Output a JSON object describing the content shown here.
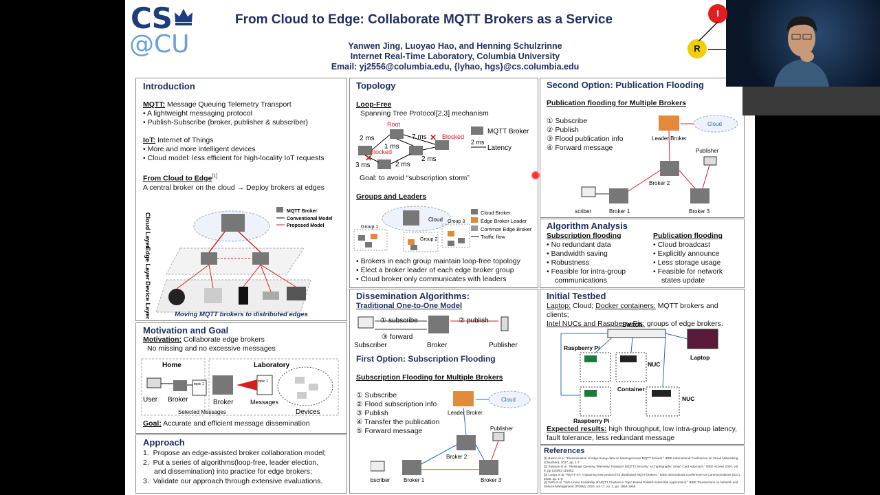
{
  "header": {
    "title": "From Cloud to Edge: Collaborate MQTT Brokers as a Service",
    "authors": "Yanwen Jing,  Luoyao Hao, and Henning Schulzrinne",
    "lab": "Internet Real-Time Laboratory, Columbia University",
    "email": "Email: yj2556@columbia.edu, {lyhao, hgs}@cs.columbia.edu",
    "logo_top": "CS",
    "logo_bottom": "@CU"
  },
  "intro": {
    "title": "Introduction",
    "mqtt_label": "MQTT:",
    "mqtt_text": " Message Queuing Telemetry Transport",
    "mqtt_b1": "A lightweight messaging protocol",
    "mqtt_b2": "Publish-Subscribe (broker, publisher & subscriber)",
    "iot_label": "IoT:",
    "iot_text": " Internet of Things",
    "iot_b1": "More and more intelligent devices",
    "iot_b2": "Cloud model: less efficient for high-locality IoT requests",
    "c2e_label": "From Cloud to Edge",
    "c2e_text": "A central broker on the cloud → Deploy brokers at edges",
    "layers": [
      "Cloud Layer",
      "Edge Layer",
      "Device Layer"
    ],
    "legend": [
      "MQTT Broker",
      "Conventional Model",
      "Proposed Model"
    ],
    "caption": "Moving MQTT brokers to distributed edges"
  },
  "motivation": {
    "title": "Motivation and Goal",
    "mot_label": "Motivation:",
    "mot_text": " Collaborate edge brokers",
    "mot_b1": "No missing and no excessive messages",
    "home": "Home",
    "lab": "Laboratory",
    "user": "User",
    "broker1": "Broker",
    "broker2": "Broker",
    "messages": "Messages",
    "devices": "Devices",
    "selected": "Selected Messages",
    "topic": "topic 1",
    "goal_label": "Goal:",
    "goal_text": " Accurate and efficient message dissemination"
  },
  "approach": {
    "title": "Approach",
    "items": [
      "Propose an edge-assisted broker collaboration model;",
      "Put a series of algorithms(loop-free, leader election,",
      "and dissemination) into practice for edge brokers;",
      "Validate our approach through extensive evaluations."
    ]
  },
  "topology": {
    "title": "Topology",
    "loop_label": "Loop-Free",
    "loop_text": "Spanning Tree Protocol[2,3] mechanism",
    "root": "Root",
    "blocked": "Blocked",
    "ms2": "2 ms",
    "ms7": "7 ms",
    "ms1": "1 ms",
    "ms3": "3 ms",
    "broker_legend": "MQTT Broker",
    "latency": "Latency",
    "goal": "Goal: to avoid “subscription storm”",
    "groups_label": "Groups and Leaders",
    "cloud": "Cloud",
    "group1": "Group 1",
    "group2": "Group 2",
    "group3": "Group 3",
    "legend": [
      "Cloud Broker",
      "Edge Broker Leader",
      "Common Edge Broker",
      "Traffic flow"
    ],
    "bullets": [
      "Brokers in each group maintain loop-free topology",
      "Elect a broker leader of each edge broker group",
      "Cloud broker only communicates with leaders"
    ]
  },
  "dissem": {
    "title": "Dissemination Algorithms:",
    "trad": "Traditional One-to-One Model",
    "subscribe": "subscribe",
    "publish": "publish",
    "forward": "forward",
    "subscriber": "Subscriber",
    "broker": "Broker",
    "publisher": "Publisher",
    "first": "First Option: Subscription Flooding",
    "sub_multi": "Subscription Flooding for Multiple Brokers",
    "steps": [
      "Subscribe",
      "Flood subscription info",
      "Publish",
      "Transfer the publication",
      "Forward message"
    ],
    "leader": "Leader Broker",
    "cloud": "Cloud",
    "b1": "Broker 1",
    "b2": "Broker 2",
    "b3": "Broker 3"
  },
  "second": {
    "title": "Second Option: Publication Flooding",
    "sub": "Publication flooding for Multiple Brokers",
    "steps": [
      "Subscribe",
      "Publish",
      "Flood publication info",
      "Forward message"
    ],
    "cloud": "Cloud",
    "leader": "Leader Broker",
    "b1": "Broker 1",
    "b2": "Broker 2",
    "b3": "Broker 3",
    "subscriber": "Subscriber",
    "publisher": "Publisher"
  },
  "analysis": {
    "title": "Algorithm Analysis",
    "sub_title": "Subscription flooding",
    "pub_title": "Publication flooding",
    "sub_items": [
      "No redundant data",
      "Bandwidth saving",
      "Robustness",
      "Feasible for intra-group",
      "communications"
    ],
    "pub_items": [
      "Cloud broadcast",
      "Explicitly announce",
      "Less storage usage",
      "Feasible for network",
      "states update"
    ]
  },
  "testbed": {
    "title": "Initial Testbed",
    "l1a": "Laptop:",
    "l1b": " Cloud; ",
    "l1c": "Docker containers:",
    "l1d": " MQTT brokers and clients;",
    "l2a": "Intel NUCs and Raspberry Pis:",
    "l2b": " groups of edge brokers.",
    "switch": "Switch",
    "rpi": "Raspberry Pi",
    "nuc": "NUC",
    "laptop": "Laptop",
    "container": "Container",
    "exp_label": "Expected results:",
    "exp_text": " high throughput, low intra-group latency,",
    "exp_text2": "fault tolerance, less redundant message"
  },
  "refs": {
    "title": "References",
    "items": [
      "[1] Banno et al. “Dissemination of edge-heavy data on heterogeneous MQTT brokers.” IEEE International Conference on Cloud Networking (CloudNet), 2017, pp. 1-7.",
      "[2] Sanjuan et al. “Message Queuing Telemetry Transport (MQTT) Security: A Cryptographic Smart Card Approach.” IEEE Access 2020, vol. 8, pp 115051-115062.",
      "[3] Longo et al. “MQTT-ST: A spanning tree protocol for distributed MQTT brokers.” IEEE International Conference on Communications (ICC), 2020, pp. 1-6.",
      "[4] Detti et al. “Sub-Linear Scalability of MQTT Clusters in Topic-Based Publish-Subscribe Applications.” IEEE Transactions on Network and Service Management (TNSM), 2020, vol 17, no. 3, pp. 1954-1968."
    ]
  },
  "video": {
    "node_i": "I",
    "node_r": "R"
  },
  "colors": {
    "navy": "#1f3060",
    "red": "#d02020",
    "orange": "#e08a3a",
    "grayline": "#888888"
  }
}
